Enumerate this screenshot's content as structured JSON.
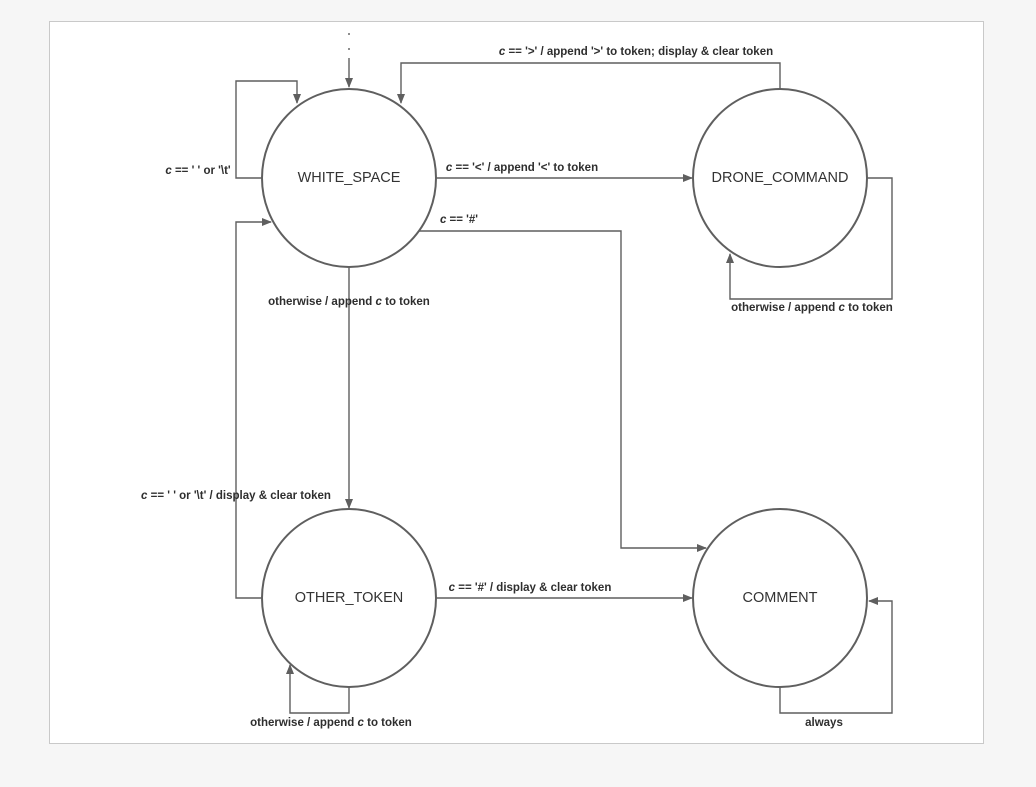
{
  "states": {
    "white_space": "WHITE_SPACE",
    "drone_command": "DRONE_COMMAND",
    "other_token": "OTHER_TOKEN",
    "comment": "COMMENT"
  },
  "transitions": {
    "ws_to_dc": {
      "var": "c",
      "rest": " == '<' / append '<' to token"
    },
    "dc_to_ws": {
      "var": "c",
      "rest": " == '>' / append '>' to token; display & clear token"
    },
    "ws_self": {
      "var": "c",
      "rest": " == ' ' or '\\t'"
    },
    "ws_to_comment": {
      "var": "c",
      "rest": " == '#'"
    },
    "ws_to_ot": {
      "pre": "otherwise / append ",
      "var": "c",
      "post": " to token"
    },
    "dc_self": {
      "pre": "otherwise / append ",
      "var": "c",
      "post": " to token"
    },
    "ot_to_ws": {
      "var": "c",
      "rest": " == ' ' or '\\t' / display & clear token"
    },
    "ot_to_comment": {
      "var": "c",
      "rest": " == '#' / display & clear token"
    },
    "ot_self": {
      "pre": "otherwise / append ",
      "var": "c",
      "post": " to token"
    },
    "comment_self": {
      "text": "always"
    }
  }
}
